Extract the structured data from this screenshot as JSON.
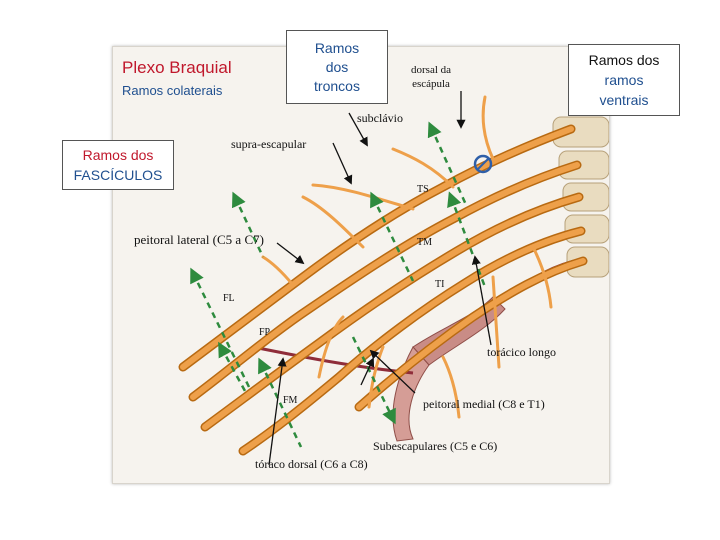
{
  "title": "Plexo Braquial",
  "subtitle": "Ramos colaterais",
  "boxes": {
    "trunks": [
      "Ramos",
      "dos",
      "troncos"
    ],
    "ventral": [
      "Ramos dos",
      "ramos",
      "ventrais"
    ],
    "fascicles": [
      "Ramos dos",
      "FASCÍCULOS"
    ]
  },
  "labels": {
    "dorsal_scapula": [
      "dorsal da",
      "escápula"
    ],
    "subclavio": "subclávio",
    "supra_escapular": "supra-escapular",
    "peitoral_lateral": "peitoral lateral (C5 a C7)",
    "toracico_longo": "torácico longo",
    "peitoral_medial": "peitoral medial (C8 e T1)",
    "subescapulares": "Subescapulares (C5 e C6)",
    "toraco_dorsal": "tóraco dorsal (C6 a C8)"
  },
  "trunk_codes": {
    "ts": "TS",
    "tm": "TM",
    "ti": "TI"
  },
  "fascicle_codes": {
    "fl": "FL",
    "fp": "FP",
    "fm": "FM"
  },
  "colors": {
    "title": "#c0182c",
    "box_text_blue": "#1f4f8f",
    "nerve": "#e8952e",
    "nerve_dark": "#b86a12",
    "pointer": "#111111",
    "dashed_arrow": "#2e8b3e",
    "vessel": "#8f2d3a",
    "accent": "#2f5fa8"
  }
}
